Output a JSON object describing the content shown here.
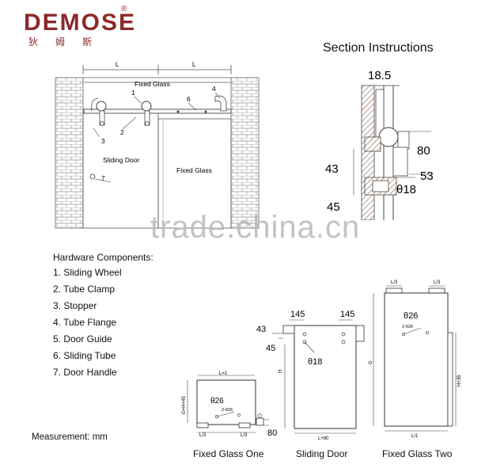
{
  "brand": {
    "name": "DEMOSE",
    "registered": "®",
    "chinese": "狄姆斯"
  },
  "section_title": "Section Instructions",
  "elevation": {
    "dim_left": "L",
    "dim_right": "L",
    "label_fixed_glass_top": "Fixed Glass",
    "label_sliding_door": "Sliding Door",
    "label_fixed_glass": "Fixed Glass",
    "callouts": [
      "1",
      "2",
      "3",
      "4",
      "6",
      "7"
    ]
  },
  "section_dims": {
    "top": "18.5",
    "d80": "80",
    "d43": "43",
    "d53": "53",
    "d18": "θ18",
    "d45": "45"
  },
  "hardware": {
    "title": "Hardware Components:",
    "items": [
      "1. Sliding Wheel",
      "2. Tube Clamp",
      "3. Stopper",
      "4. Tube Flange",
      "5. Door Guide",
      "6. Sliding Tube",
      "7. Door Handle"
    ]
  },
  "measurement": "Measurement: mm",
  "fixed_glass_one": {
    "caption": "Fixed Glass One",
    "top_dim": "L=1",
    "side_dim": "G=H+45",
    "hole": "θ26",
    "hole_small": "2-θ26",
    "bottom_left": "L/3",
    "bottom_right": "L/3",
    "d80": "80"
  },
  "sliding_door": {
    "caption": "Sliding Door",
    "d145_left": "145",
    "d145_right": "145",
    "d43": "43",
    "d45": "45",
    "hole": "θ18",
    "side": "H",
    "bottom": "L+80"
  },
  "fixed_glass_two": {
    "caption": "Fixed Glass Two",
    "top_left": "L/3",
    "top_right": "L/3",
    "hole": "θ26",
    "hole_small": "2-θ26",
    "side_left": "G",
    "side_right": "H+35",
    "bottom": "L/1"
  },
  "watermark": "trade.china.cn"
}
